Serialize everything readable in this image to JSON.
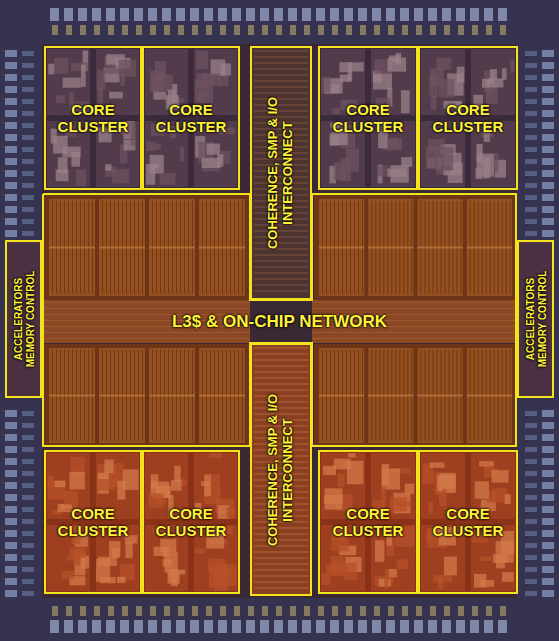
{
  "diagram": {
    "nodes": [
      {
        "text": [
          "CORE CLUSTER"
        ]
      },
      {
        "text": [
          "CORE CLUSTER"
        ]
      },
      {
        "text": [
          "COHERENCE, SMP & I/O INTERCONNECT"
        ]
      },
      {
        "text": [
          "CORE CLUSTER"
        ]
      },
      {
        "text": [
          "CORE CLUSTER"
        ]
      },
      {
        "text": [
          "ACCELERATORS MEMORY CONTROL"
        ]
      },
      {
        "text": [
          "L3$ & ON-CHIP NETWORK"
        ]
      },
      {
        "text": [
          "ACCELERATORS MEMORY CONTROL"
        ]
      },
      {
        "text": [
          "COHERENCE, SMP & I/O INTERCONNECT"
        ]
      },
      {
        "text": [
          "CORE CLUSTER"
        ]
      },
      {
        "text": [
          "CORE CLUSTER"
        ]
      },
      {
        "text": [
          "CORE CLUSTER"
        ]
      },
      {
        "text": [
          "CORE CLUSTER"
        ]
      }
    ]
  }
}
